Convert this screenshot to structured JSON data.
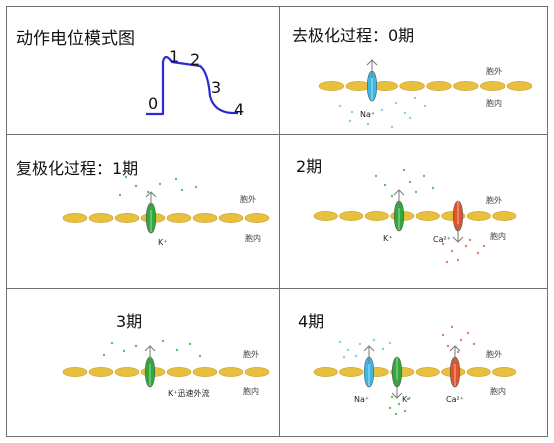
{
  "panels": [
    {
      "title": "动作电位模式图",
      "phase_labels": [
        "0",
        "1",
        "2",
        "3",
        "4"
      ],
      "side_labels": [],
      "ion_labels": []
    },
    {
      "title": "去极化过程：0期",
      "phase_labels": [],
      "side_labels": [
        "胞外",
        "胞内"
      ],
      "ion_labels": [
        "Na⁺"
      ]
    },
    {
      "title": "复极化过程：1期",
      "phase_labels": [],
      "side_labels": [
        "胞外",
        "胞内"
      ],
      "ion_labels": [
        "K⁺"
      ]
    },
    {
      "title": "2期",
      "phase_labels": [],
      "side_labels": [
        "胞外",
        "胞内"
      ],
      "ion_labels": [
        "K⁺",
        "Ca²⁺"
      ]
    },
    {
      "title": "3期",
      "phase_labels": [],
      "side_labels": [
        "胞外",
        "胞内"
      ],
      "ion_labels": [
        "K⁺迅速外流"
      ]
    },
    {
      "title": "4期",
      "phase_labels": [],
      "side_labels": [
        "胞外",
        "胞内"
      ],
      "ion_labels": [
        "Na⁺",
        "K⁺",
        "Ca²⁺"
      ]
    }
  ],
  "colors": {
    "border": "#6f6f6f",
    "membrane": "#e8c03f",
    "membrane_dark": "#c99b1e",
    "na_channel": "#3fb7e6",
    "k_channel": "#2faa3a",
    "ca_channel": "#e0542c",
    "curve": "#2a2ad6",
    "na_dots": "#7fd3e6",
    "k_dots": "#57c26a",
    "ca_dots": "#ea7a6a",
    "arrow": "#7a7a7a"
  }
}
